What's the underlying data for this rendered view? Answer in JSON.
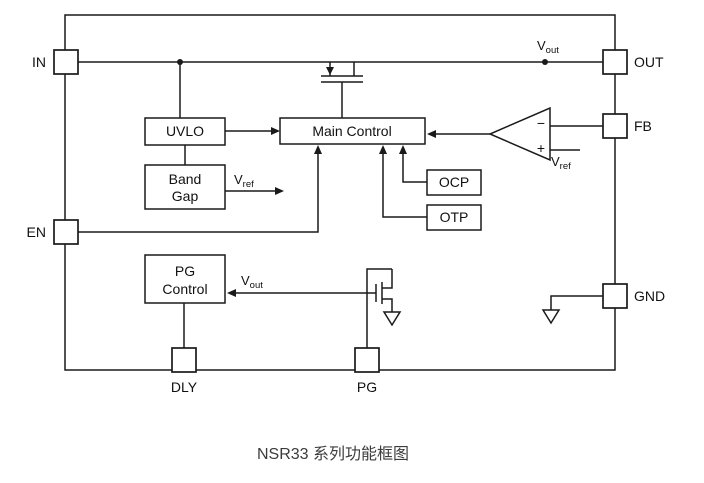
{
  "pins": {
    "in": "IN",
    "out": "OUT",
    "fb": "FB",
    "gnd": "GND",
    "en": "EN",
    "dly": "DLY",
    "pg": "PG"
  },
  "blocks": {
    "uvlo": "UVLO",
    "band_gap": {
      "line1": "Band",
      "line2": "Gap"
    },
    "main_control": "Main Control",
    "ocp": "OCP",
    "otp": "OTP",
    "pg_control": {
      "line1": "PG",
      "line2": "Control"
    }
  },
  "signals": {
    "vout_top": {
      "base": "V",
      "sub": "out"
    },
    "vref_out": {
      "base": "V",
      "sub": "ref"
    },
    "vref_amp": {
      "base": "V",
      "sub": "ref"
    },
    "vout_sense": {
      "base": "V",
      "sub": "out"
    }
  },
  "amp": {
    "minus": "−",
    "plus": "+"
  },
  "caption": "NSR33 系列功能框图",
  "colors": {
    "line": "#1a1a1a",
    "background": "#ffffff"
  }
}
